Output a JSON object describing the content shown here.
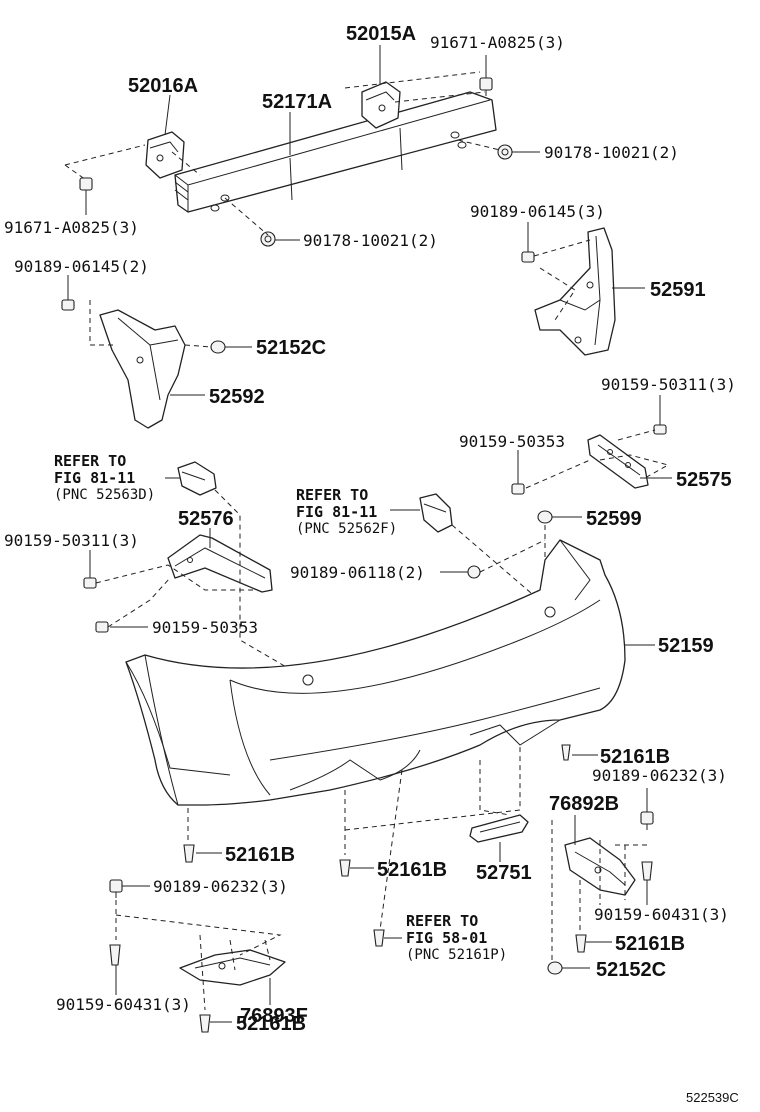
{
  "labels": {
    "p52015A": "52015A",
    "p91671a_top": "91671-A0825(3)",
    "p52016A": "52016A",
    "p52171A": "52171A",
    "p90178_right": "90178-10021(2)",
    "p91671a_left": "91671-A0825(3)",
    "p90178_bottom": "90178-10021(2)",
    "p90189_06145_3": "90189-06145(3)",
    "p90189_06145_2": "90189-06145(2)",
    "p52591": "52591",
    "p52152C_top": "52152C",
    "p52592": "52592",
    "p90159_50311_3_right": "90159-50311(3)",
    "p90159_50353_right": "90159-50353",
    "p52575": "52575",
    "p52599": "52599",
    "p52576": "52576",
    "p90159_50311_3_left": "90159-50311(3)",
    "p90189_06118": "90189-06118(2)",
    "p90159_50353_left": "90159-50353",
    "p52159": "52159",
    "p52161B_right": "52161B",
    "p90189_06232_right": "90189-06232(3)",
    "p76892B": "76892B",
    "p52161B_left": "52161B",
    "p52161B_mid": "52161B",
    "p52751": "52751",
    "p90189_06232_left": "90189-06232(3)",
    "p90159_60431_right": "90159-60431(3)",
    "p52161B_lowright": "52161B",
    "p52152C_bottom": "52152C",
    "p90159_60431_left": "90159-60431(3)",
    "p76893F": "76893F",
    "p52161B_bottom": "52161B"
  },
  "refs": {
    "left": {
      "line1": "REFER TO",
      "line2": "FIG 81-11",
      "line3": "(PNC 52563D)"
    },
    "mid": {
      "line1": "REFER TO",
      "line2": "FIG 81-11",
      "line3": "(PNC 52562F)"
    },
    "bottom": {
      "line1": "REFER TO",
      "line2": "FIG 58-01",
      "line3": "(PNC 52161P)"
    }
  },
  "diagram_code": "522539C"
}
